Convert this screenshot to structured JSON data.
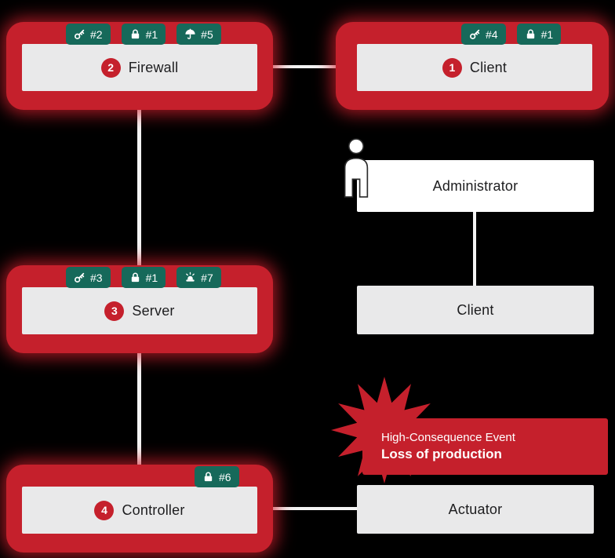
{
  "nodes": {
    "firewall": {
      "number": "2",
      "label": "Firewall",
      "badges": [
        {
          "icon": "key-icon",
          "label": "#2"
        },
        {
          "icon": "lock-icon",
          "label": "#1"
        },
        {
          "icon": "umbrella-icon",
          "label": "#5"
        }
      ]
    },
    "client_top": {
      "number": "1",
      "label": "Client",
      "badges": [
        {
          "icon": "key-icon",
          "label": "#4"
        },
        {
          "icon": "lock-icon",
          "label": "#1"
        }
      ]
    },
    "server": {
      "number": "3",
      "label": "Server",
      "badges": [
        {
          "icon": "key-icon",
          "label": "#3"
        },
        {
          "icon": "lock-icon",
          "label": "#1"
        },
        {
          "icon": "alarm-icon",
          "label": "#7"
        }
      ]
    },
    "controller": {
      "number": "4",
      "label": "Controller",
      "badges": [
        {
          "icon": "lock-icon",
          "label": "#6"
        }
      ]
    },
    "administrator": {
      "label": "Administrator"
    },
    "client_mid": {
      "label": "Client"
    },
    "actuator": {
      "label": "Actuator"
    }
  },
  "event": {
    "title": "High-Consequence Event",
    "subtitle": "Loss of production"
  },
  "colors": {
    "alert_red": "#c5202c",
    "badge_green": "#16695a",
    "node_gray": "#e9e9ea",
    "line": "#f4f4f4",
    "background": "#000000"
  }
}
